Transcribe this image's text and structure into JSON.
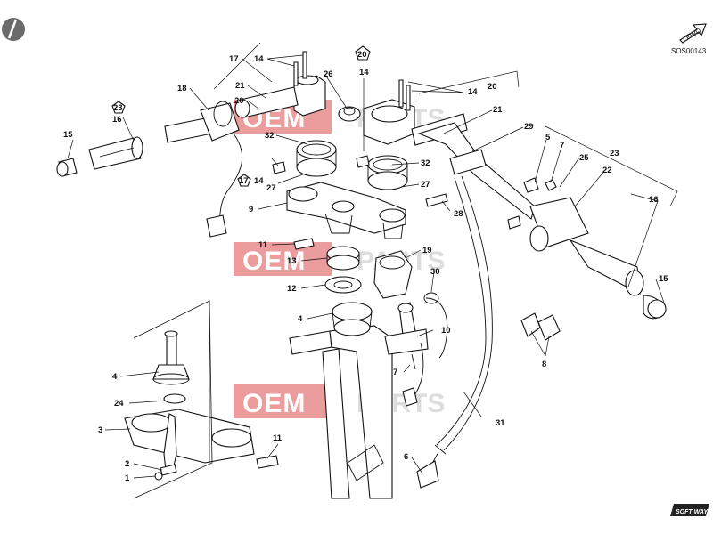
{
  "diagram": {
    "code": "SOS00143",
    "fwd_label": "FWD",
    "logo_text": "SOFT WAY",
    "watermark": {
      "left": "OEM",
      "mid": "PARTS",
      "right": "PARTS"
    },
    "callouts": {
      "c1": "1",
      "c2": "2",
      "c3": "3",
      "c4a": "4",
      "c4b": "4",
      "c5": "5",
      "c6": "6",
      "c7a": "7",
      "c7b": "7",
      "c8": "8",
      "c9": "9",
      "c10": "10",
      "c11a": "11",
      "c11b": "11",
      "c12": "12",
      "c13": "13",
      "c14a": "14",
      "c14b": "14",
      "c14c": "14",
      "c14d": "14",
      "c15a": "15",
      "c15b": "15",
      "c16a": "16",
      "c16b": "16",
      "c17a": "17",
      "c17b": "17",
      "c18": "18",
      "c19": "19",
      "c20a": "20",
      "c20b": "20",
      "c21a": "21",
      "c21b": "21",
      "c22": "22",
      "c23a": "23",
      "c23b": "23",
      "c24": "24",
      "c25": "25",
      "c26": "26",
      "c27a": "27",
      "c27b": "27",
      "c28": "28",
      "c29": "29",
      "c30": "30",
      "c31": "31",
      "c32a": "32",
      "c32b": "32"
    }
  }
}
